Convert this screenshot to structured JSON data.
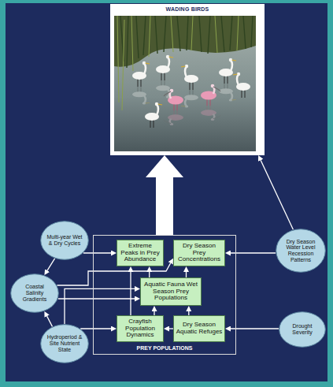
{
  "diagram": {
    "nodes": [
      {
        "text": [
          "WADING BIRDS"
        ]
      },
      {
        "text": [
          "PREY POPULATIONS"
        ]
      },
      {
        "text": [
          "Extreme Peaks in Prey Abundance"
        ],
        "in": 1
      },
      {
        "text": [
          "Dry Season Prey Concentrations"
        ],
        "in": 1
      },
      {
        "text": [
          "Aquatic Fauna Wet Season Prey Populations"
        ],
        "in": 1
      },
      {
        "text": [
          "Crayfish Population Dynamics"
        ],
        "in": 1
      },
      {
        "text": [
          "Dry Season Aquatic Refuges"
        ],
        "in": 1
      },
      {
        "text": [
          "Multi-year Wet & Dry Cycles"
        ]
      },
      {
        "text": [
          "Coastal Salinity Gradients"
        ]
      },
      {
        "text": [
          "Hydroperiod & Site Nutrient State"
        ]
      },
      {
        "text": [
          "Dry Season Water Level Recession Patterns"
        ]
      },
      {
        "text": [
          "Drought Severity"
        ]
      }
    ],
    "edges": [
      {
        "from": 1,
        "to": 0,
        "arrow": "to"
      },
      {
        "from": 7,
        "to": 2,
        "arrow": "to"
      },
      {
        "from": 7,
        "to": 8,
        "arrow": "to"
      },
      {
        "from": 8,
        "to": 3,
        "arrow": "to"
      },
      {
        "from": 8,
        "to": 4,
        "arrow": "to"
      },
      {
        "from": 9,
        "to": 8,
        "arrow": "to"
      },
      {
        "from": 9,
        "to": 4,
        "arrow": "to"
      },
      {
        "from": 9,
        "to": 5,
        "arrow": "to"
      },
      {
        "from": 5,
        "to": 2,
        "arrow": "to"
      },
      {
        "from": 5,
        "to": 4,
        "arrow": "to"
      },
      {
        "from": 6,
        "to": 5,
        "arrow": "to"
      },
      {
        "from": 6,
        "to": 4,
        "arrow": "to"
      },
      {
        "from": 4,
        "to": 3,
        "arrow": "to"
      },
      {
        "from": 4,
        "to": 2,
        "arrow": "to"
      },
      {
        "from": 11,
        "to": 6,
        "arrow": "to"
      },
      {
        "from": 10,
        "to": 3,
        "arrow": "to"
      },
      {
        "from": 10,
        "to": 0,
        "arrow": "to"
      }
    ]
  }
}
